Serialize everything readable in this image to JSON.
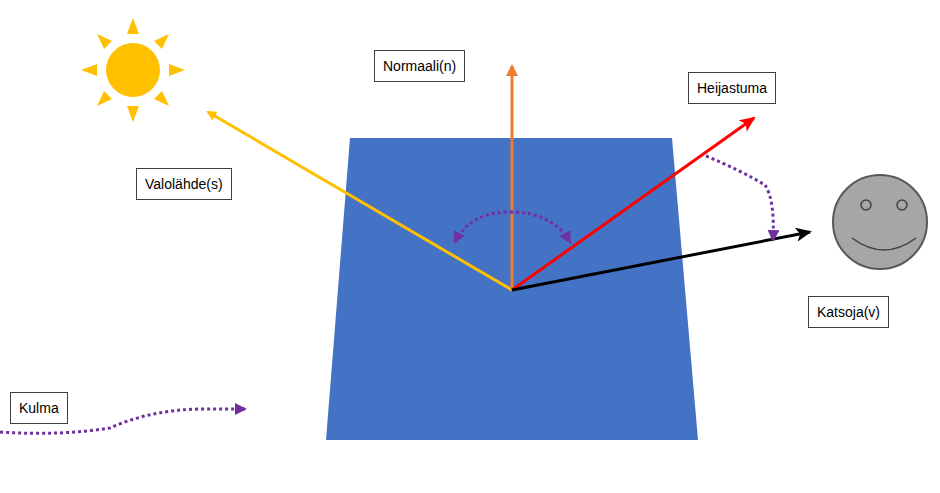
{
  "diagram": {
    "nodes": [
      {
        "text": [
          "Normaali(n)"
        ]
      },
      {
        "text": [
          "Heijastuma"
        ]
      },
      {
        "text": [
          "Valolähde(s)"
        ]
      },
      {
        "text": [
          "Katsoja(v)"
        ]
      }
    ],
    "legend": [
      {
        "text": "Kulma"
      }
    ]
  }
}
